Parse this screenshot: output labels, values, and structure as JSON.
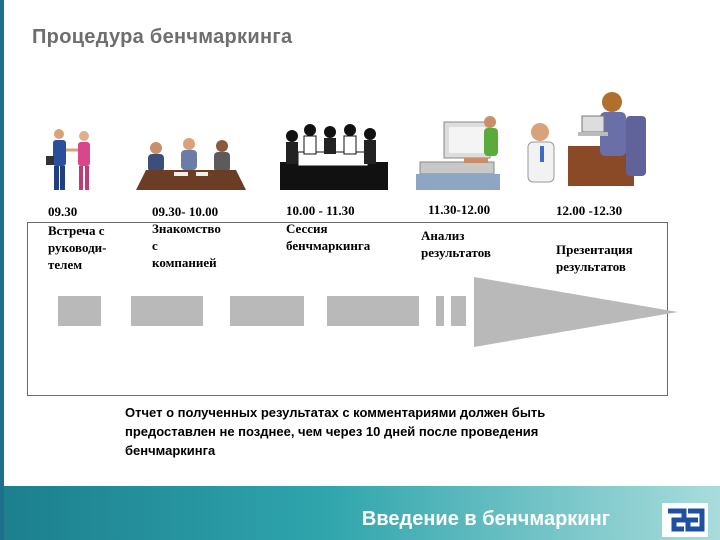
{
  "title": "Процедура бенчмаркинга",
  "schedule": [
    {
      "time": "09.30",
      "desc": [
        "Встреча с",
        "руководи-",
        "телем"
      ]
    },
    {
      "time": "09.30- 10.00",
      "desc": [
        "Знакомство",
        "с",
        "компанией"
      ]
    },
    {
      "time": "10.00 - 11.30",
      "desc": [
        "Сессия",
        "бенчмаркинга"
      ]
    },
    {
      "time": "11.30-12.00",
      "desc": [
        "Анализ",
        "результатов"
      ]
    },
    {
      "time": "12.00 -12.30",
      "desc": [
        "Презентация",
        "результатов"
      ]
    }
  ],
  "note": "Отчет о полученных результатах с комментариями должен быть предоставлен не позднее, чем  через 10 дней после проведения бенчмаркинга",
  "footer": {
    "title": "Введение в бенчмаркинг"
  },
  "colors": {
    "accent": "#1c7f8e",
    "segment": "#b9b9b9",
    "title": "#6e6e6e"
  }
}
